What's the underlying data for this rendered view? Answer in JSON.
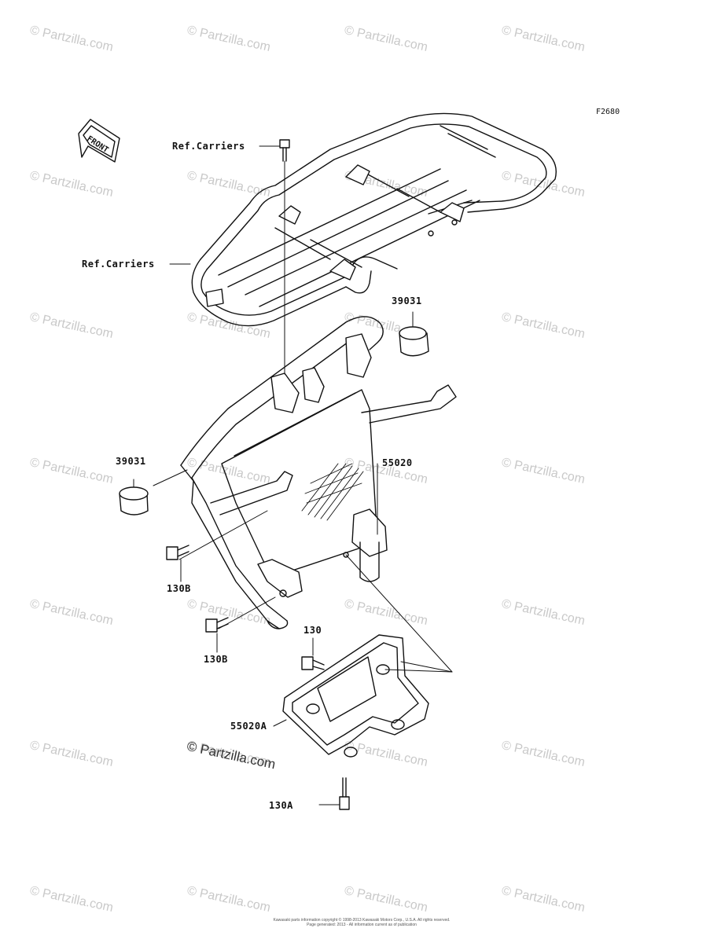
{
  "figure_code": "F2680",
  "front_label": "FRONT",
  "watermark_text": "© Partzilla.com",
  "labels": {
    "ref_carriers_top": "Ref.Carriers",
    "ref_carriers_mid": "Ref.Carriers",
    "p39031_right": "39031",
    "p39031_left": "39031",
    "p55020": "55020",
    "p130B_upper": "130B",
    "p130B_lower": "130B",
    "p130": "130",
    "p55020A": "55020A",
    "p130A": "130A"
  },
  "footer": {
    "line1": "Kawasaki parts information copyright © 1998-2013 Kawasaki Motors Corp., U.S.A. All rights reserved.",
    "line2": "Page generated: 2013 - All information current as of publication"
  },
  "colors": {
    "line": "#111111",
    "watermark": "#c9c9c9"
  }
}
